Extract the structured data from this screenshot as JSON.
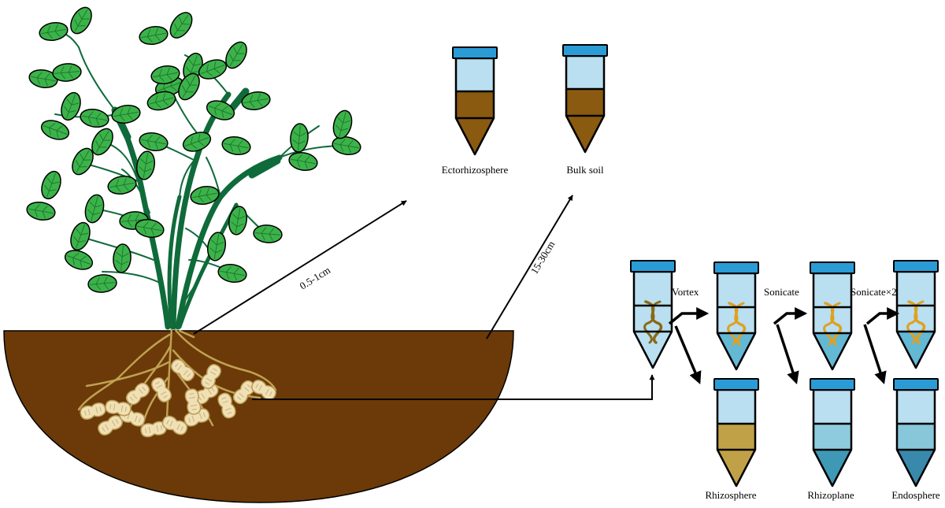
{
  "labels": {
    "ectorhizosphere": "Ectorhizosphere",
    "bulk_soil": "Bulk soil",
    "rhizosphere": "Rhizosphere",
    "rhizoplane": "Rhizoplane",
    "endosphere": "Endosphere"
  },
  "steps": {
    "vortex": "Vortex",
    "sonicate": "Sonicate",
    "sonicate_repeat": "Sonicate×2"
  },
  "distances": {
    "ecto": "0.5-1cm",
    "bulk": "15-30cm"
  },
  "colors": {
    "soil": "#6b3a08",
    "stem": "#0f6b3a",
    "leaf": "#3cb34a",
    "cap": "#2b9bd6",
    "tube_top": "#b9dff0",
    "ecto_soil": "#8a5a10",
    "rhizo_soil": "#c1a148",
    "rhizoplane_liquid": "#8fcbde",
    "rhizoplane_tip": "#3f98b6",
    "endo_liquid": "#88c6da",
    "endo_tip": "#3889ab",
    "wash_liquid": "#63b8d4",
    "root": "#c0a052",
    "peanut": "#f0e0b5"
  }
}
